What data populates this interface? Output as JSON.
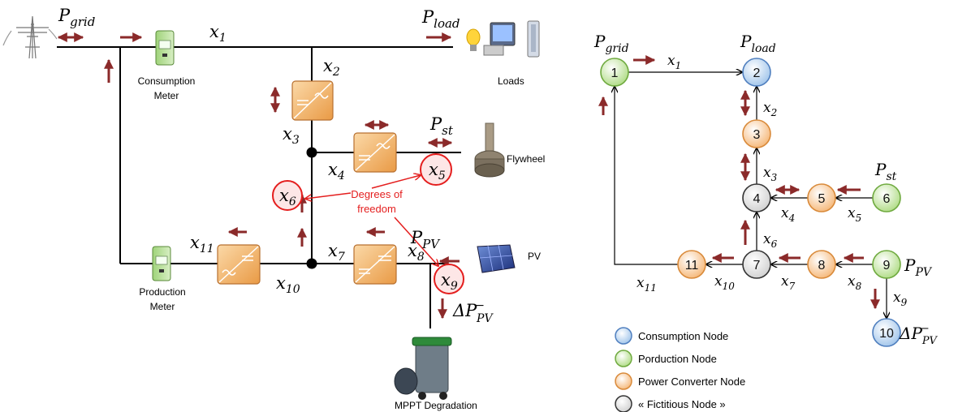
{
  "left_diagram": {
    "p_grid": {
      "base": "P",
      "sub": "grid"
    },
    "p_load": {
      "base": "P",
      "sub": "load"
    },
    "p_st": {
      "base": "P",
      "sub": "st"
    },
    "p_pv": {
      "base": "P",
      "sub": "PV"
    },
    "delta_pv": {
      "base": "ΔP",
      "sub": "PV",
      "sup": "−"
    },
    "flows": [
      {
        "id": "x1",
        "base": "x",
        "sub": "1"
      },
      {
        "id": "x2",
        "base": "x",
        "sub": "2"
      },
      {
        "id": "x3",
        "base": "x",
        "sub": "3"
      },
      {
        "id": "x4",
        "base": "x",
        "sub": "4"
      },
      {
        "id": "x5",
        "base": "x",
        "sub": "5"
      },
      {
        "id": "x6",
        "base": "x",
        "sub": "6"
      },
      {
        "id": "x7",
        "base": "x",
        "sub": "7"
      },
      {
        "id": "x8",
        "base": "x",
        "sub": "8"
      },
      {
        "id": "x9",
        "base": "x",
        "sub": "9"
      },
      {
        "id": "x10",
        "base": "x",
        "sub": "10"
      },
      {
        "id": "x11",
        "base": "x",
        "sub": "11"
      }
    ],
    "labels": {
      "consumption_meter": [
        "Consumption",
        "Meter"
      ],
      "production_meter": [
        "Production",
        "Meter"
      ],
      "loads": "Loads",
      "flywheel": "Flywheel",
      "pv": "PV",
      "mppt": "MPPT Degradation",
      "dof": [
        "Degrees of",
        "freedom"
      ]
    }
  },
  "right_graph": {
    "nodes": [
      {
        "id": "1",
        "label": "1",
        "type": "production"
      },
      {
        "id": "2",
        "label": "2",
        "type": "consumption"
      },
      {
        "id": "3",
        "label": "3",
        "type": "converter"
      },
      {
        "id": "4",
        "label": "4",
        "type": "fictitious"
      },
      {
        "id": "5",
        "label": "5",
        "type": "converter"
      },
      {
        "id": "6",
        "label": "6",
        "type": "production"
      },
      {
        "id": "7",
        "label": "7",
        "type": "fictitious"
      },
      {
        "id": "8",
        "label": "8",
        "type": "converter"
      },
      {
        "id": "9",
        "label": "9",
        "type": "production"
      },
      {
        "id": "10",
        "label": "10",
        "type": "consumption"
      },
      {
        "id": "11",
        "label": "11",
        "type": "converter"
      }
    ],
    "node_labels": {
      "p_grid": {
        "base": "P",
        "sub": "grid"
      },
      "p_load": {
        "base": "P",
        "sub": "load"
      },
      "p_st": {
        "base": "P",
        "sub": "st"
      },
      "p_pv": {
        "base": "P",
        "sub": "PV"
      },
      "delta_pv": {
        "base": "ΔP",
        "sub": "PV",
        "sup": "−"
      }
    },
    "legend": [
      {
        "type": "consumption",
        "label": "Consumption Node"
      },
      {
        "type": "production",
        "label": "Porduction Node"
      },
      {
        "type": "converter",
        "label": "Power Converter Node"
      },
      {
        "type": "fictitious",
        "label": "« Fictitious Node »"
      }
    ]
  },
  "colors": {
    "arrow_red": "#8b2a2a",
    "dof_red": "#e41e1e",
    "consumption": "#a9c8ec",
    "production": "#b7df8f",
    "converter": "#f7c08a",
    "fictitious": "#d9d9d9",
    "converter_box": "#f0a850"
  }
}
